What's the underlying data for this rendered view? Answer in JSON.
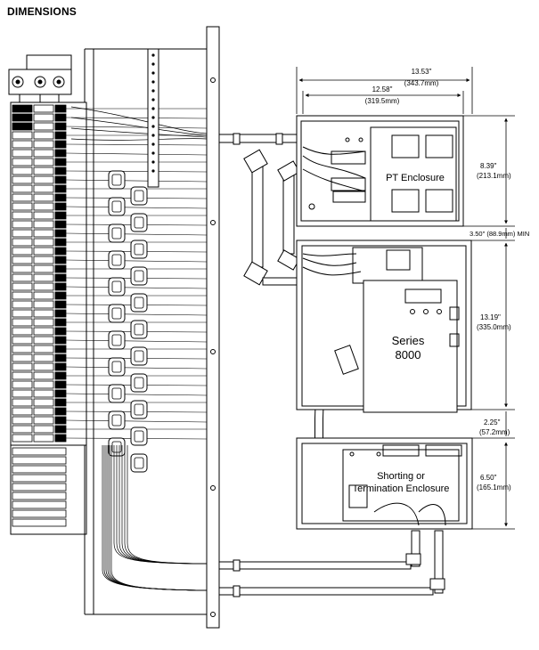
{
  "title": "DIMENSIONS",
  "labels": {
    "pt_enclosure": "PT Enclosure",
    "series_line1": "Series",
    "series_line2": "8000",
    "shorting_line1": "Shorting or",
    "shorting_line2": "Termination Enclosure"
  },
  "dimensions": {
    "overall_width_in": "13.53\"",
    "overall_width_mm": "(343.7mm)",
    "inner_width_in": "12.58\"",
    "inner_width_mm": "(319.5mm)",
    "pt_height_in": "8.39\"",
    "pt_height_mm": "(213.1mm)",
    "gap_min": "3.50\" (88.9mm) MIN",
    "series_height_in": "13.19\"",
    "series_height_mm": "(335.0mm)",
    "gap2_in": "2.25\"",
    "gap2_mm": "(57.2mm)",
    "shorting_height_in": "6.50\"",
    "shorting_height_mm": "(165.1mm)"
  }
}
